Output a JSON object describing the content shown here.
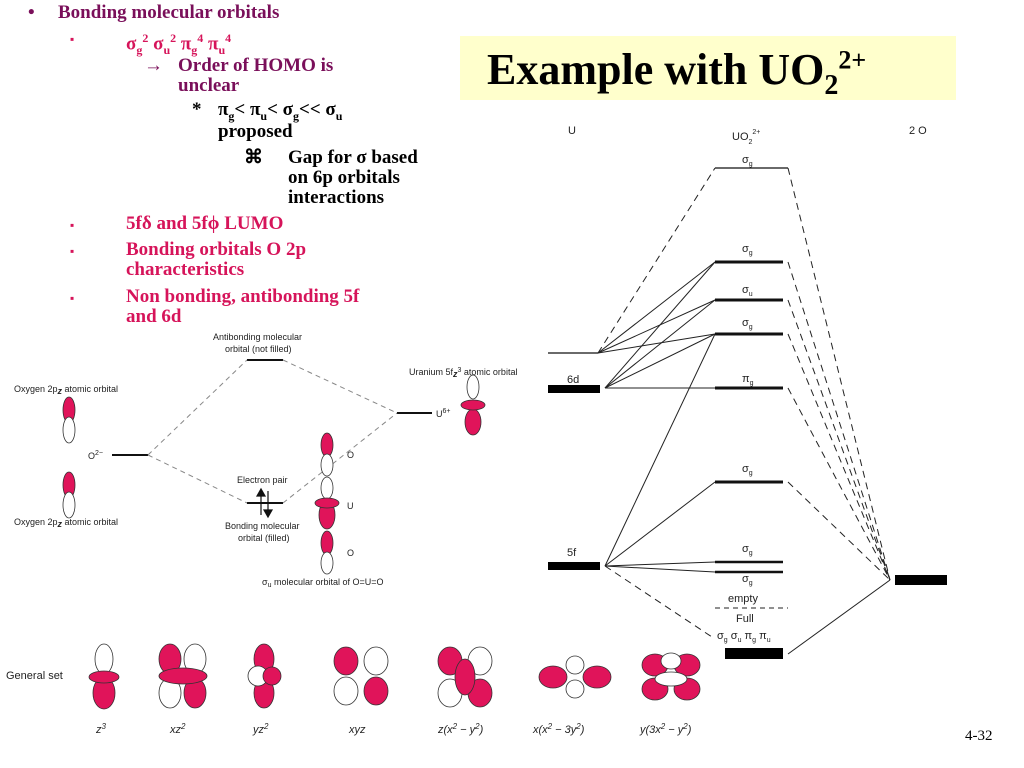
{
  "title": {
    "main": "Example with UO",
    "sub": "2",
    "sup": "2+"
  },
  "slide_number": "4-32",
  "bullets": {
    "b1": {
      "marker": "•",
      "text": "Bonding molecular orbitals"
    },
    "b2_marker": "▪",
    "b3": {
      "marker": "→",
      "line1": "Order of HOMO is",
      "line2": "unclear"
    },
    "b4": {
      "marker": "*",
      "line2": "proposed"
    },
    "b5": {
      "marker": "⌘",
      "line1": "Gap for σ based",
      "line2": "on 6p orbitals",
      "line3": "interactions"
    },
    "b6": {
      "marker": "▪",
      "text": "5fδ and 5fϕ LUMO"
    },
    "b7": {
      "marker": "▪",
      "line1": "Bonding orbitals O 2p",
      "line2": "characteristics"
    },
    "b8": {
      "marker": "▪",
      "line1": "Non bonding, antibonding 5f",
      "line2": "and 6d"
    }
  },
  "left_diagram": {
    "antibonding": "Antibonding molecular",
    "antibonding2": "orbital (not filled)",
    "oxygen_top": "Oxygen 2p",
    "oxygen_top_sub": "z",
    "oxygen_top_end": " atomic orbital",
    "oxygen_bottom": "Oxygen 2p",
    "oxygen_bottom_sub": "z",
    "oxygen_bottom_end": " atomic orbital",
    "o2": "O",
    "o2_sup": "2−",
    "uranium": "Uranium 5f",
    "uranium_sub": "z",
    "uranium_sup": "3",
    "uranium_end": " atomic orbital",
    "u6": "U",
    "u6_sup": "6+",
    "electron_pair": "Electron pair",
    "bonding": "Bonding molecular",
    "bonding2": "orbital (filled)",
    "lbl_o1": "O",
    "lbl_u": "U",
    "lbl_o2": "O",
    "sigma_caption": "σ",
    "sigma_caption_sub": "u",
    "sigma_caption_end": " molecular orbital of O=U=O"
  },
  "general_set": {
    "label": "General set",
    "items": [
      "z",
      "xz",
      "yz",
      "xyz",
      "z(x",
      "x(x",
      "y(3x"
    ],
    "l1": "3",
    "l2": "2",
    "l3": "2",
    "l4": "",
    "l5a": "2",
    "l5b": " − y",
    "l5c": "2",
    "l5d": ")",
    "l6a": "2",
    "l6b": " − 3y",
    "l6c": "2",
    "l6d": ")",
    "l7a": "2",
    "l7b": " − y",
    "l7c": "2",
    "l7d": ")"
  },
  "mo_diagram": {
    "col_u": "U",
    "col_uo2": "UO",
    "col_uo2_sub": "2",
    "col_uo2_sup": "2+",
    "col_o": "2 O",
    "lbl_6d": "6d",
    "lbl_5f": "5f",
    "sigma": "σ",
    "pi": "π",
    "g": "g",
    "u": "u",
    "empty": "empty",
    "full": "Full",
    "full_levels": "σ",
    "full_g": "g",
    "full_sigma2": " σ",
    "full_u": "u",
    "full_pi": " π",
    "full_g2": "g",
    "full_pi2": " π",
    "full_u2": "u"
  },
  "colors": {
    "accent": "#d6145a",
    "heading": "#7a0f5a",
    "title_bg": "#ffffcc"
  }
}
